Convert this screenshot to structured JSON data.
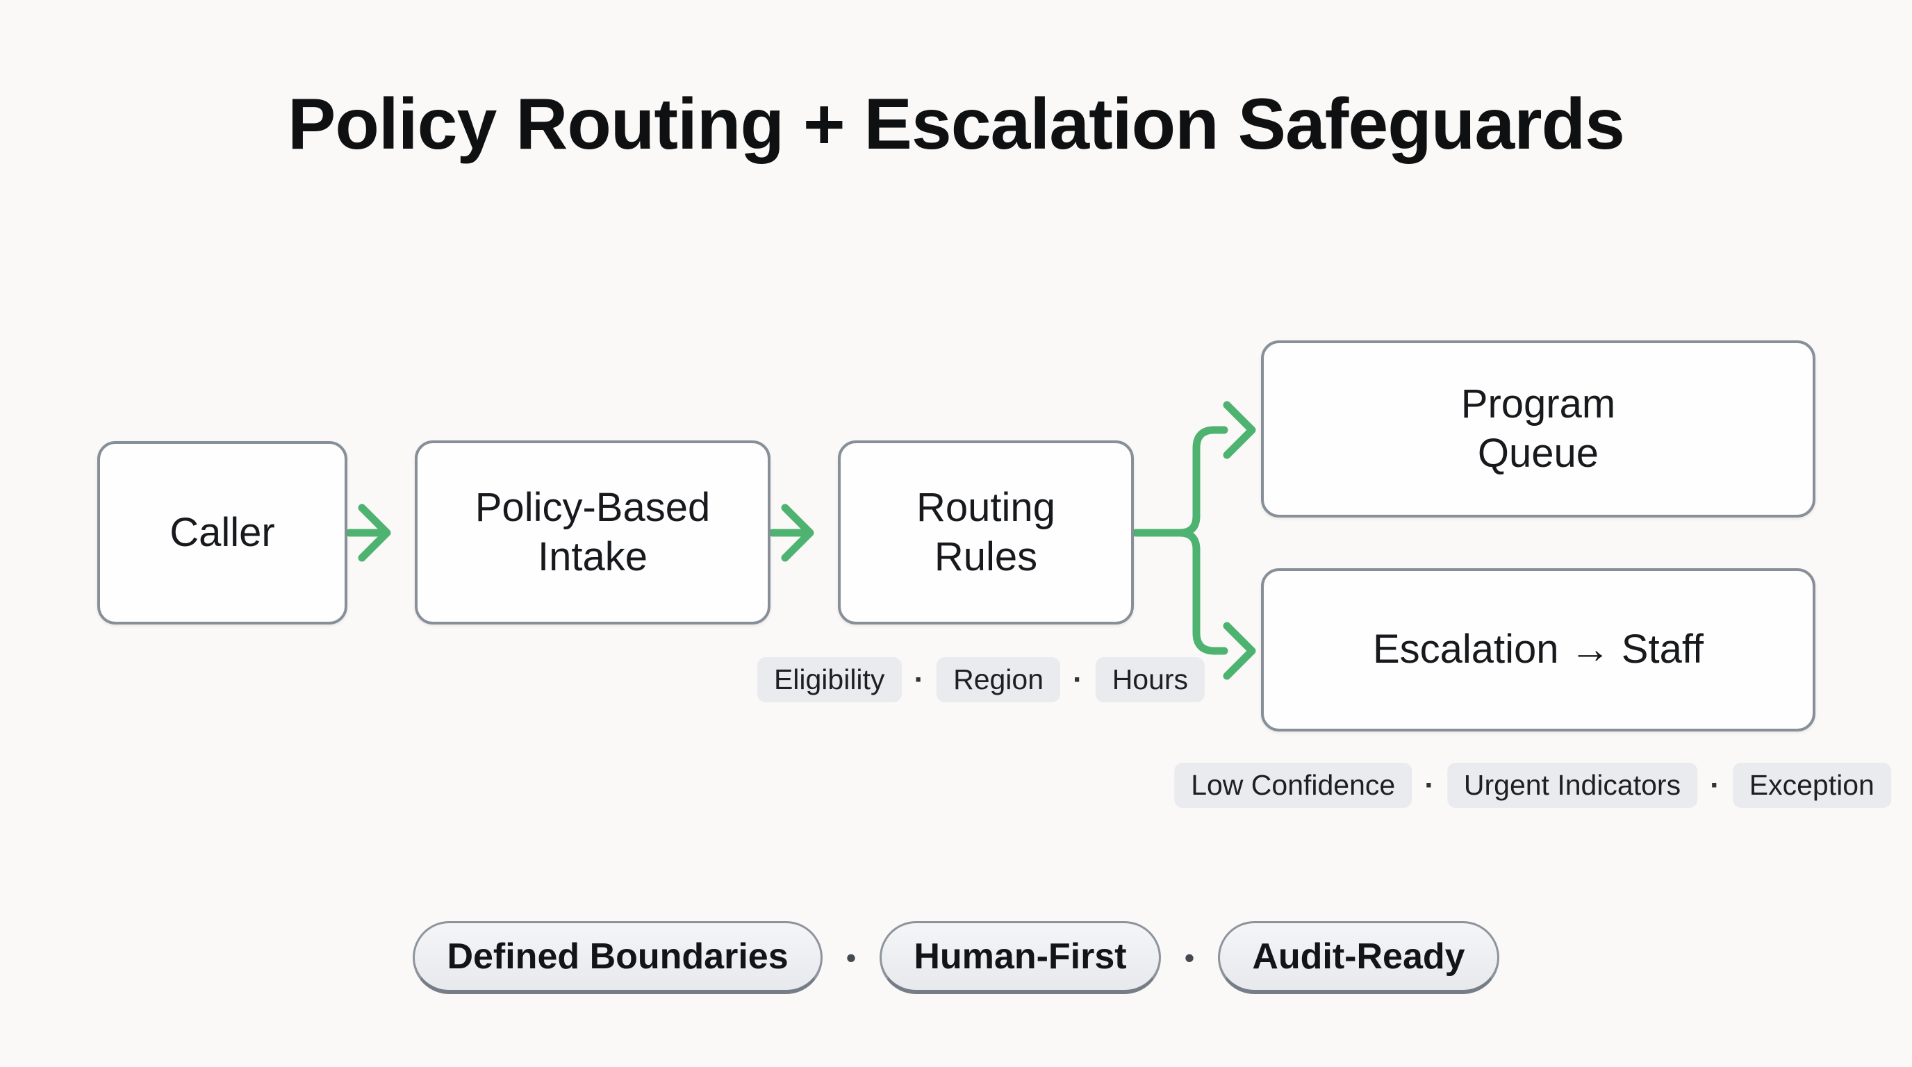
{
  "title": "Policy Routing + Escalation Safeguards",
  "diagram": {
    "nodes": [
      {
        "id": "caller",
        "label": "Caller"
      },
      {
        "id": "policy-intake",
        "label": "Policy-Based\nIntake"
      },
      {
        "id": "routing-rules",
        "label": "Routing\nRules"
      },
      {
        "id": "program-queue",
        "label": "Program\nQueue"
      },
      {
        "id": "escalation-staff",
        "label": "Escalation → Staff"
      }
    ],
    "edges": [
      {
        "from": "caller",
        "to": "policy-intake"
      },
      {
        "from": "policy-intake",
        "to": "routing-rules"
      },
      {
        "from": "routing-rules",
        "to": "program-queue"
      },
      {
        "from": "routing-rules",
        "to": "escalation-staff"
      }
    ],
    "routing_tags": [
      "Eligibility",
      "Region",
      "Hours"
    ],
    "escalation_tags": [
      "Low Confidence",
      "Urgent Indicators",
      "Exception"
    ],
    "tag_separator": "·"
  },
  "footer": {
    "pills": [
      "Defined Boundaries",
      "Human-First",
      "Audit-Ready"
    ],
    "separator": "•"
  },
  "colors": {
    "accent_green": "#4eb371",
    "box_border": "#878f99",
    "background": "#faf9f7",
    "tag_background": "#e9ebef"
  }
}
